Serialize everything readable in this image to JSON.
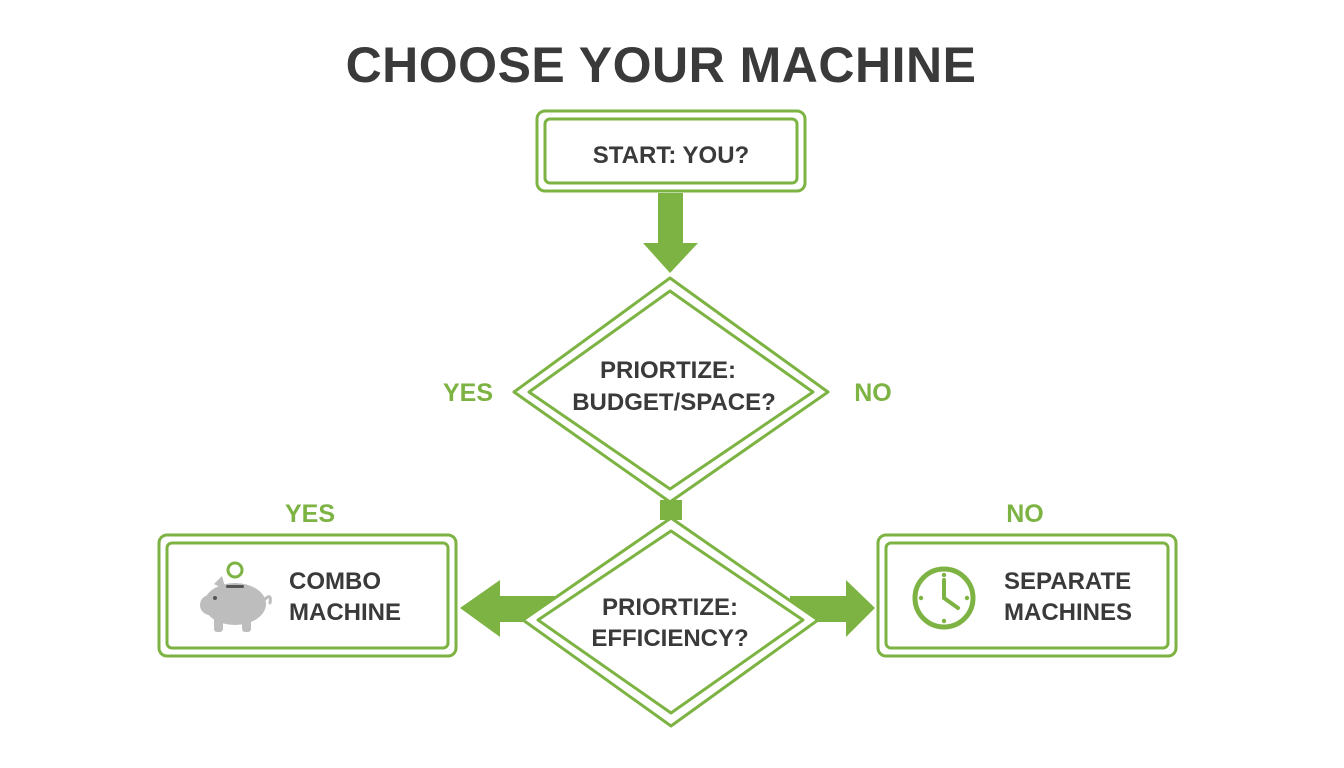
{
  "title": "CHOOSE YOUR MACHINE",
  "colors": {
    "accent": "#7cb342",
    "text": "#3a3a3a",
    "icon_gray": "#bdbdbd",
    "background": "#ffffff"
  },
  "nodes": {
    "start": {
      "label": "START: YOU?"
    },
    "decision_budget": {
      "line1": "PRIORTIZE:",
      "line2": "BUDGET/SPACE?"
    },
    "decision_efficiency": {
      "line1": "PRIORTIZE:",
      "line2": "EFFICIENCY?"
    },
    "combo": {
      "line1": "COMBO",
      "line2": "MACHINE",
      "icon": "piggy-bank-icon"
    },
    "separate": {
      "line1": "SEPARATE",
      "line2": "MACHINES",
      "icon": "clock-icon"
    }
  },
  "edge_labels": {
    "budget_yes": "YES",
    "budget_no": "NO",
    "combo_yes": "YES",
    "separate_no": "NO"
  }
}
